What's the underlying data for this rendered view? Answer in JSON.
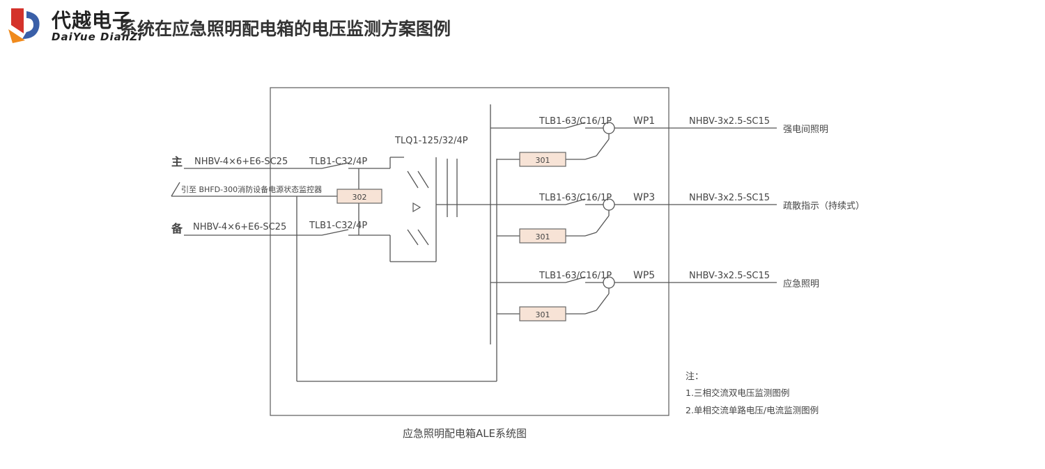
{
  "logo": {
    "cn": "代越电子",
    "en": "DaiYue DianZi",
    "colors": {
      "red": "#d4322b",
      "orange": "#f08a1c",
      "blue": "#3a5fa8"
    }
  },
  "title": "系统在应急照明配电箱的电压监测方案图例",
  "diagram": {
    "caption": "应急照明配电箱ALE系统图",
    "main_label": "主",
    "backup_label": "备",
    "main_cable": "NHBV-4×6+E6-SC25",
    "backup_cable": "NHBV-4×6+E6-SC25",
    "main_breaker": "TLB1-C32/4P",
    "backup_breaker": "TLB1-C32/4P",
    "monitor_note": "引至 BHFD-300消防设备电源状态监控器",
    "monitor_module": "302",
    "ats": "TLQ1-125/32/4P",
    "branches": [
      {
        "breaker": "TLB1-63/C16/1P",
        "circuit": "WP1",
        "cable": "NHBV-3x2.5-SC15",
        "load": "强电间照明",
        "module": "301"
      },
      {
        "breaker": "TLB1-63/C16/1P",
        "circuit": "WP3",
        "cable": "NHBV-3x2.5-SC15",
        "load": "疏散指示（持续式）",
        "module": "301"
      },
      {
        "breaker": "TLB1-63/C16/1P",
        "circuit": "WP5",
        "cable": "NHBV-3x2.5-SC15",
        "load": "应急照明",
        "module": "301"
      }
    ]
  },
  "notes": {
    "heading": "注：",
    "items": [
      "1.三相交流双电压监测图例",
      "2.单相交流单路电压/电流监测图例"
    ]
  }
}
